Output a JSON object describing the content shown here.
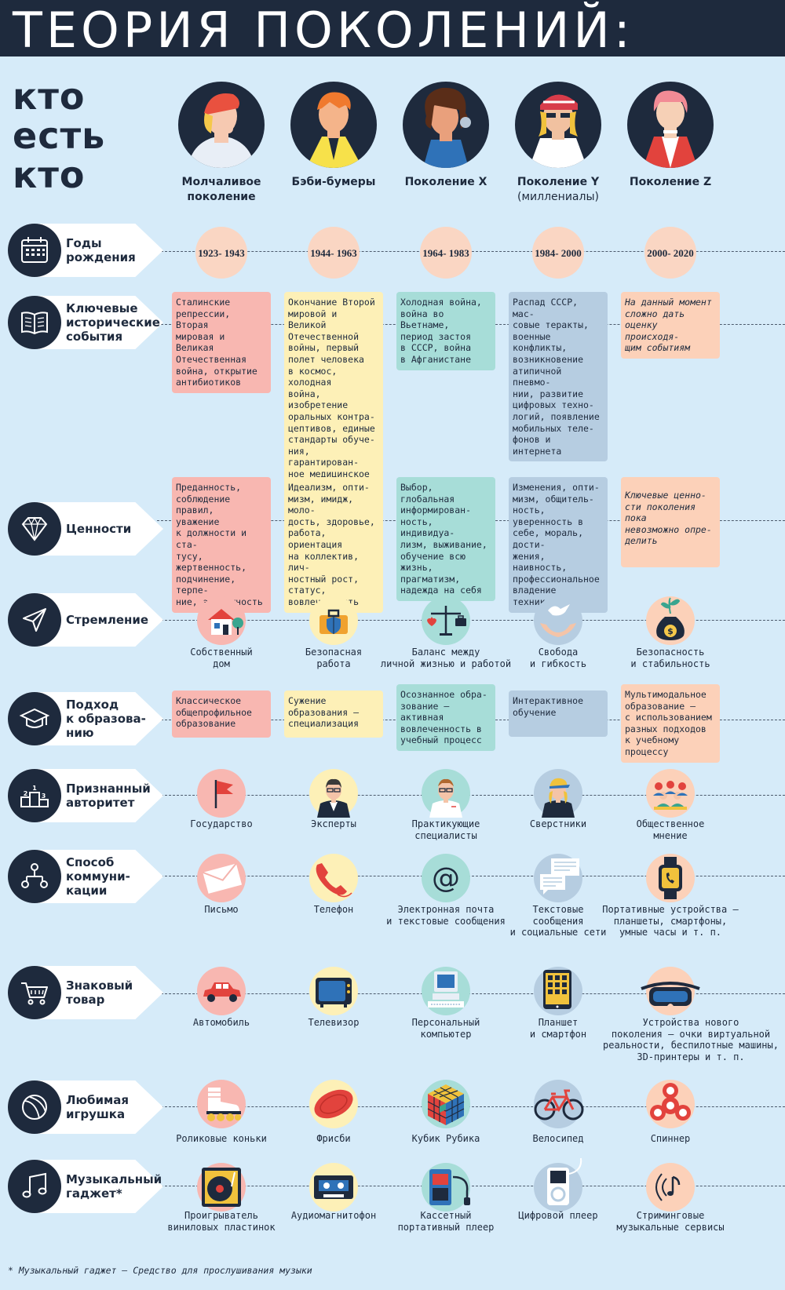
{
  "title": "ТЕОРИЯ ПОКОЛЕНИЙ:",
  "subtitle_lines": [
    "кто",
    "есть",
    "кто"
  ],
  "generations": [
    {
      "name": "Молчаливое поколение",
      "sub": ""
    },
    {
      "name": "Бэби-бумеры",
      "sub": ""
    },
    {
      "name": "Поколение X",
      "sub": ""
    },
    {
      "name": "Поколение Y",
      "sub": "(миллениалы)"
    },
    {
      "name": "Поколение Z",
      "sub": ""
    }
  ],
  "rows": {
    "birth": {
      "label": "Годы рождения",
      "icon": "calendar-icon",
      "values": [
        "1923-\n1943",
        "1944-\n1963",
        "1964-\n1983",
        "1984-\n2000",
        "2000-\n2020"
      ]
    },
    "events": {
      "label": "Ключевые исторические события",
      "icon": "book-icon",
      "values": [
        "Сталинские\nрепрессии, Вторая\nмировая и Великая\nОтечественная\nвойна, открытие\nантибиотиков",
        "Окончание Второй\nмировой и Великой\nОтечественной\nвойны, первый\nполет человека\nв космос, холодная\nвойна, изобретение\nоральных контра-\nцептивов, единые\nстандарты обуче-\nния, гарантирован-\nное медицинское\nобслуживание,\nрок-фестивали",
        "Холодная война,\nвойна во Вьетнаме,\nпериод застоя\nв СССР, война\nв Афганистане",
        "Распад СССР, мас-\nсовые теракты,\nвоенные конфликты,\nвозникновение\nатипичной пневмо-\nнии, развитие\nцифровых техно-\nлогий, появление\nмобильных теле-\nфонов и интернета",
        "На данный момент\nсложно дать\nоценку происходя-\nщим событиям"
      ]
    },
    "values": {
      "label": "Ценности",
      "icon": "diamond-icon",
      "values": [
        "Преданность,\nсоблюдение правил,\nуважение\nк должности и ста-\nтусу, жертвенность,\nподчинение, терпе-\nние, экономность",
        "Идеализм, опти-\nмизм, имидж, моло-\nдость, здоровье,\nработа, ориентация\nна коллектив, лич-\nностный рост, статус,\nвовлеченность",
        "Выбор, глобальная\nинформирован-\nность, индивидуа-\nлизм, выживание,\nобучение всю\nжизнь, прагматизм,\nнадежда на себя",
        "Изменения, опти-\nмизм, общитель-\nность, уверенность в\nсебе, мораль, дости-\nжения, наивность,\nпрофессиональное\nвладение техникой",
        "Ключевые ценно-\nсти поколения пока\nневозможно опре-\nделить"
      ]
    },
    "aspiration": {
      "label": "Стремление",
      "icon": "paper-plane-icon",
      "items": [
        {
          "icon": "house-icon",
          "caption": "Собственный\nдом"
        },
        {
          "icon": "briefcase-shield-icon",
          "caption": "Безопасная\nработа"
        },
        {
          "icon": "scales-icon",
          "caption": "Баланс между\nличной жизнью и работой"
        },
        {
          "icon": "dove-hands-icon",
          "caption": "Свобода\nи гибкость"
        },
        {
          "icon": "money-bag-icon",
          "caption": "Безопасность\nи стабильность"
        }
      ]
    },
    "education": {
      "label": "Подход к образованию",
      "label_lines": [
        "Подход",
        "к образова-",
        "нию"
      ],
      "icon": "graduation-cap-icon",
      "values": [
        "Классическое\nобщепрофильное\nобразование",
        "Сужение\nобразования –\nспециализация",
        "Осознанное обра-\nзование – активная\nвовлеченность в\nучебный процесс",
        "Интерактивное\nобучение",
        "Мультимодальное\nобразование –\nс использованием\nразных подходов\nк учебному процессу"
      ]
    },
    "authority": {
      "label": "Признанный авторитет",
      "icon": "podium-icon",
      "items": [
        {
          "icon": "flag-icon",
          "caption": "Государство"
        },
        {
          "icon": "expert-icon",
          "caption": "Эксперты"
        },
        {
          "icon": "specialist-icon",
          "caption": "Практикующие\nспециалисты"
        },
        {
          "icon": "peer-icon",
          "caption": "Сверстники"
        },
        {
          "icon": "crowd-icon",
          "caption": "Общественное\nмнение"
        }
      ]
    },
    "communication": {
      "label": "Способ коммуникации",
      "label_lines": [
        "Способ",
        "коммуни-",
        "кации"
      ],
      "icon": "network-icon",
      "items": [
        {
          "icon": "envelope-icon",
          "caption": "Письмо"
        },
        {
          "icon": "phone-icon",
          "caption": "Телефон"
        },
        {
          "icon": "at-sign-icon",
          "caption": "Электронная почта\nи текстовые сообщения"
        },
        {
          "icon": "chat-bubbles-icon",
          "caption": "Текстовые\nсообщения\nи социальные сети"
        },
        {
          "icon": "smartwatch-icon",
          "caption": "Портативные устройства –\nпланшеты, смартфоны,\nумные часы и т. п."
        }
      ]
    },
    "goods": {
      "label": "Знаковый товар",
      "icon": "cart-icon",
      "items": [
        {
          "icon": "car-icon",
          "caption": "Автомобиль"
        },
        {
          "icon": "tv-icon",
          "caption": "Телевизор"
        },
        {
          "icon": "computer-icon",
          "caption": "Персональный\nкомпьютер"
        },
        {
          "icon": "tablet-icon",
          "caption": "Планшет\nи смартфон"
        },
        {
          "icon": "vr-headset-icon",
          "caption": "Устройства нового\nпоколения – очки виртуальной\nреальности, беспилотные машины,\n3D-принтеры и т. п."
        }
      ]
    },
    "toy": {
      "label": "Любимая игрушка",
      "icon": "ball-icon",
      "items": [
        {
          "icon": "roller-skate-icon",
          "caption": "Роликовые коньки"
        },
        {
          "icon": "frisbee-icon",
          "caption": "Фрисби"
        },
        {
          "icon": "rubik-cube-icon",
          "caption": "Кубик Рубика"
        },
        {
          "icon": "bicycle-icon",
          "caption": "Велосипед"
        },
        {
          "icon": "spinner-icon",
          "caption": "Спиннер"
        }
      ]
    },
    "music": {
      "label": "Музыкальный гаджет*",
      "icon": "music-note-icon",
      "items": [
        {
          "icon": "vinyl-player-icon",
          "caption": "Проигрыватель\nвиниловых пластинок"
        },
        {
          "icon": "cassette-recorder-icon",
          "caption": "Аудиомагнитофон"
        },
        {
          "icon": "walkman-icon",
          "caption": "Кассетный\nпортативный плеер"
        },
        {
          "icon": "digital-player-icon",
          "caption": "Цифровой плеер"
        },
        {
          "icon": "streaming-icon",
          "caption": "Стриминговые\nмузыкальные сервисы"
        }
      ]
    }
  },
  "footnote": "* Музыкальный гаджет – Средство для прослушивания музыки",
  "colors": {
    "navy": "#1e2a3d",
    "background": "#d6ebf9",
    "pink": "#f8b7b1",
    "yellow": "#fdf0b7",
    "teal": "#a7ddd8",
    "blue": "#b6cde1",
    "peach": "#fcd1b9"
  }
}
